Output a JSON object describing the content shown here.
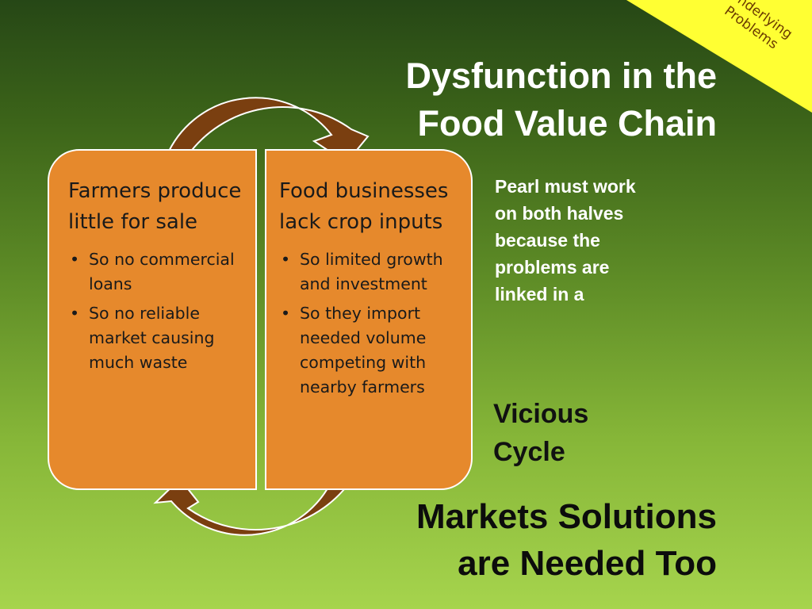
{
  "corner_label": {
    "line1": "Underlying",
    "line2": "Problems"
  },
  "title": {
    "line1": "Dysfunction in the",
    "line2": "Food Value Chain"
  },
  "left_box": {
    "heading": "Farmers produce little for sale",
    "bullets": [
      "So no commercial loans",
      "So no reliable market causing much waste"
    ]
  },
  "right_box": {
    "heading": "Food businesses lack crop inputs",
    "bullets": [
      "So limited growth and investment",
      "So they import needed volume competing with nearby farmers"
    ]
  },
  "side_note": "Pearl must work on both halves because the problems are linked in a",
  "side_emphasis": "Vicious Cycle",
  "bottom_title": {
    "line1": "Markets Solutions",
    "line2": "are Needed Too"
  },
  "colors": {
    "box_fill": "#e6892c",
    "arrow_fill": "#7a3f10",
    "banner_fill": "#ffff33",
    "title_text": "#ffffff"
  },
  "icons": {
    "top_arrow": "curved-arrow-right-icon",
    "bottom_arrow": "curved-arrow-left-icon"
  }
}
